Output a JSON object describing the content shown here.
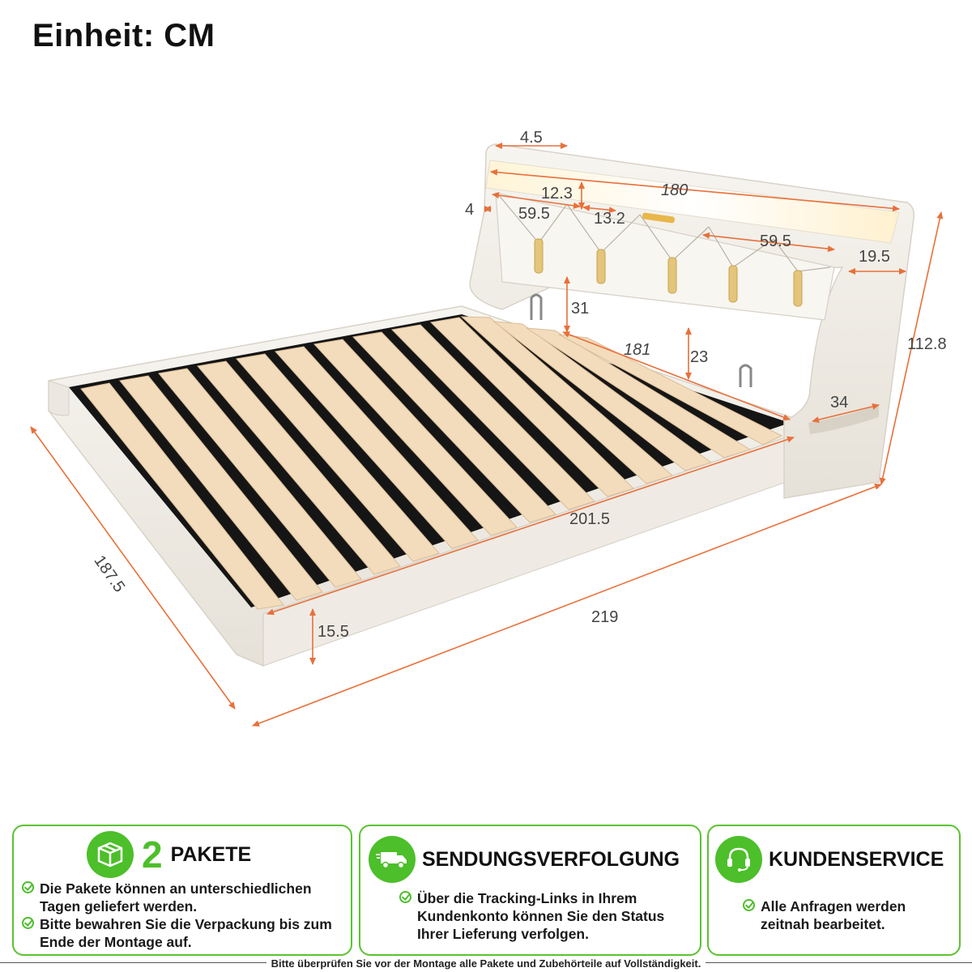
{
  "header": {
    "unit": "Einheit: CM"
  },
  "dimensions": {
    "shelf_depth": "4.5",
    "headboard_width": "180",
    "gap_top": "12.3",
    "side_offset": "4",
    "panel_left": "59.5",
    "center_gap": "13.2",
    "panel_right": "59.5",
    "wing_width": "19.5",
    "total_height": "112.8",
    "panel_height": "31",
    "inner_length": "181",
    "rail_height": "23",
    "nightstand_depth": "34",
    "side_rail_length": "201.5",
    "total_width": "187.5",
    "total_length": "219",
    "frame_height": "15.5"
  },
  "cards": {
    "packages": {
      "count": "2",
      "label": "PAKETE",
      "icon": "box-icon",
      "bullets": [
        "Die Pakete können an unterschiedlichen Tagen geliefert werden.",
        "Bitte bewahren Sie die Verpackung bis zum Ende der Montage auf."
      ]
    },
    "tracking": {
      "label": "SENDUNGSVERFOLGUNG",
      "icon": "truck-icon",
      "bullets": [
        "Über die Tracking-Links in Ihrem Kundenkonto können Sie den Status Ihrer Lieferung verfolgen."
      ]
    },
    "service": {
      "label": "KUNDENSERVICE",
      "icon": "headset-icon",
      "bullets": [
        "Alle Anfragen werden zeitnah bearbeitet."
      ]
    }
  },
  "footer": {
    "note": "Bitte überprüfen Sie vor der Montage alle Pakete und Zubehörteile auf Vollständigkeit."
  },
  "colors": {
    "accent_green": "#4cbf2a",
    "dimension_orange": "#e8703a",
    "upholstery": "#f3f0ea",
    "slat_wood": "#f3dcbc"
  }
}
